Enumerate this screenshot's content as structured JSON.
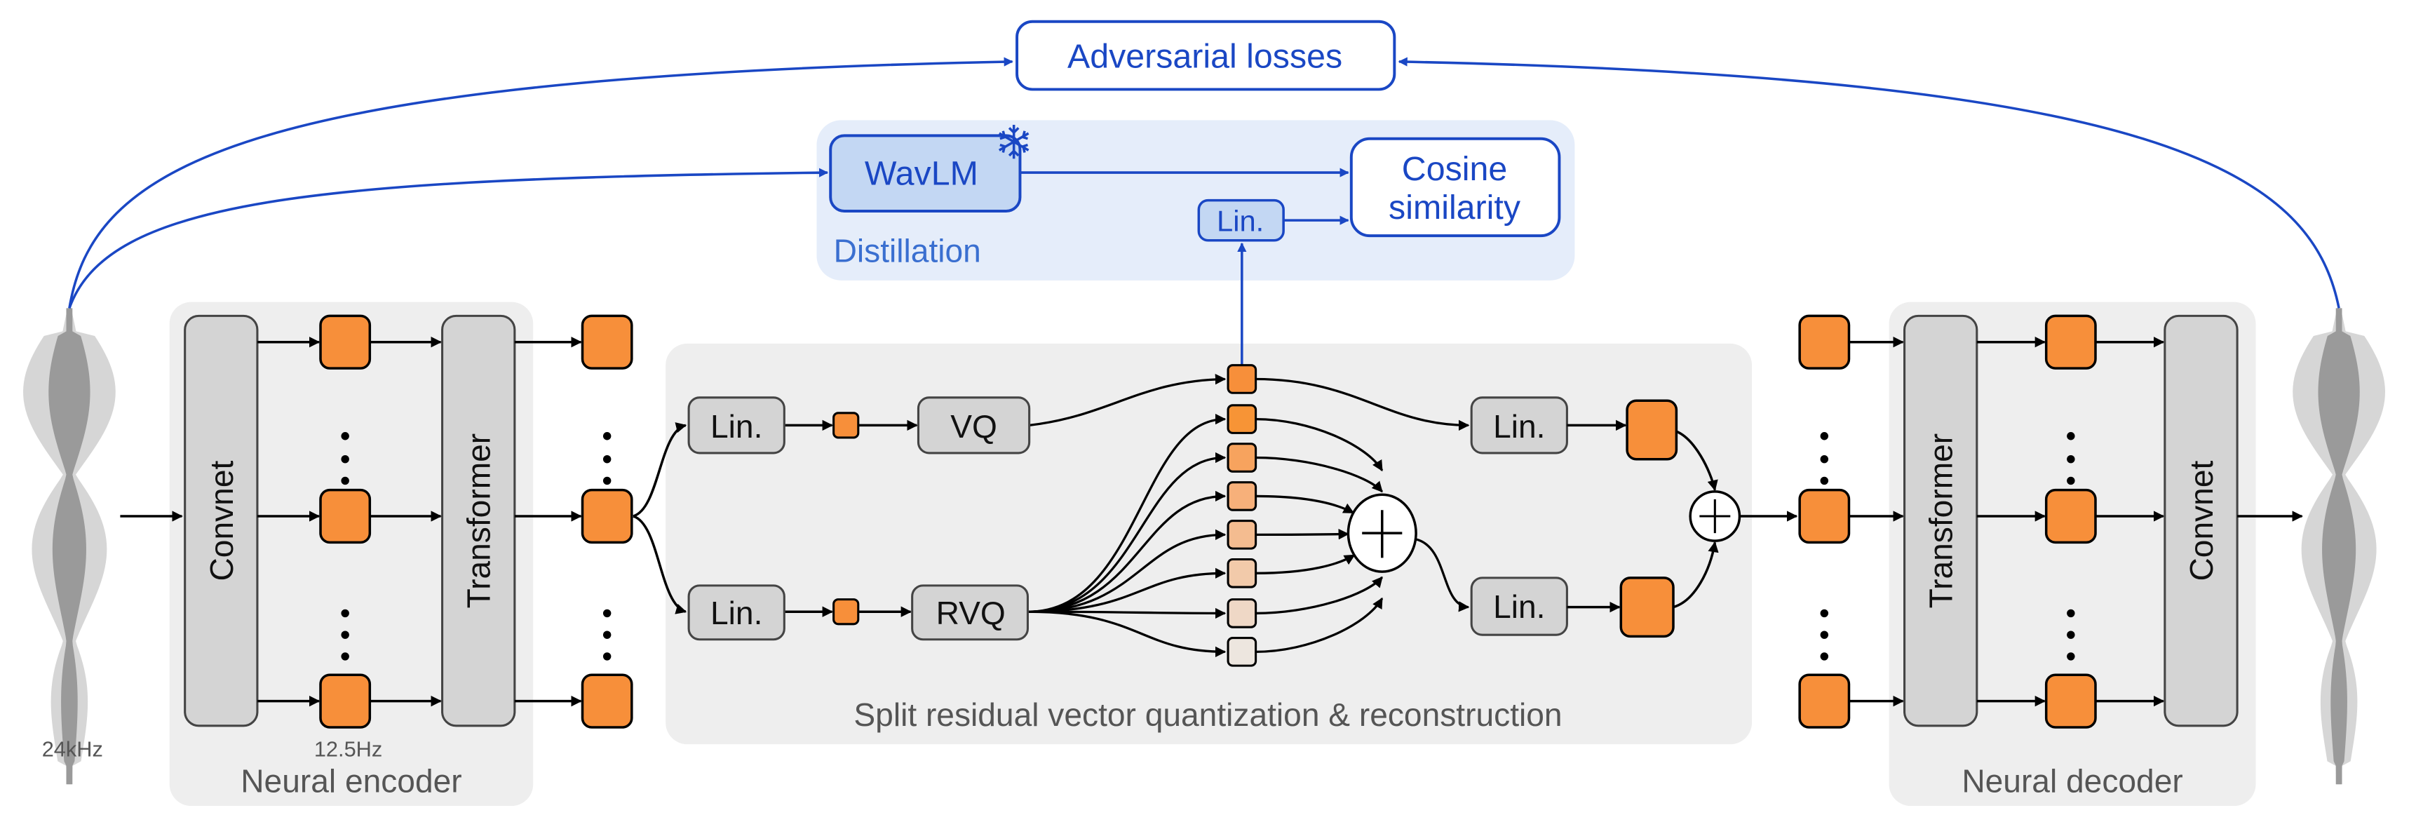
{
  "colors": {
    "blue": "#1a47c4",
    "distillation_panel": "#e5edfa",
    "wavlm_fill": "#c3d7f3",
    "panel_gray": "#eeeeee",
    "block_gray": "#d4d4d4",
    "orange": "#f78f3a",
    "codebook_gradient": [
      "#f78f3a",
      "#f79436",
      "#f7a35e",
      "#f7b07a",
      "#f4bc90",
      "#f2caaa",
      "#efd8c6",
      "#ede6df"
    ]
  },
  "top": {
    "adversarial": "Adversarial losses",
    "wavlm": "WavLM",
    "frozen_icon": "snowflake-icon",
    "distill_lin": "Lin.",
    "cosine_line1": "Cosine",
    "cosine_line2": "similarity",
    "distillation": "Distillation"
  },
  "input": {
    "rate": "24kHz"
  },
  "encoder": {
    "convnet": "Convnet",
    "transformer": "Transformer",
    "rate": "12.5Hz",
    "title": "Neural encoder"
  },
  "quantizer": {
    "lin_top": "Lin.",
    "vq": "VQ",
    "lin_bottom": "Lin.",
    "rvq": "RVQ",
    "lin_out_top": "Lin.",
    "lin_out_bottom": "Lin.",
    "title": "Split residual vector quantization & reconstruction"
  },
  "decoder": {
    "transformer": "Transformer",
    "convnet": "Convnet",
    "title": "Neural decoder"
  }
}
